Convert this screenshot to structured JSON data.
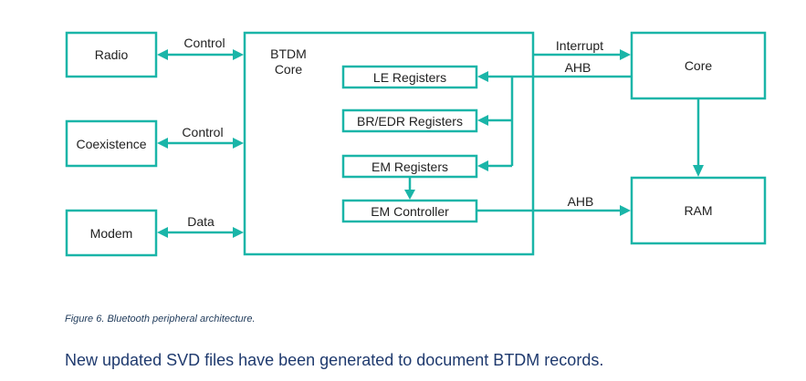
{
  "diagram": {
    "title": "Bluetooth peripheral architecture",
    "accent_color": "#1ab5a8",
    "blocks": {
      "radio": "Radio",
      "coexistence": "Coexistence",
      "modem": "Modem",
      "btdm_core_line1": "BTDM",
      "btdm_core_line2": "Core",
      "le_registers": "LE Registers",
      "bredr_registers": "BR/EDR Registers",
      "em_registers": "EM Registers",
      "em_controller": "EM Controller",
      "core": "Core",
      "ram": "RAM"
    },
    "links": {
      "radio_control": "Control",
      "coex_control": "Control",
      "modem_data": "Data",
      "interrupt": "Interrupt",
      "ahb_core": "AHB",
      "ahb_ram": "AHB"
    }
  },
  "caption": "Figure 6. Bluetooth peripheral architecture.",
  "body_text": "New updated SVD files have been generated to document BTDM records."
}
